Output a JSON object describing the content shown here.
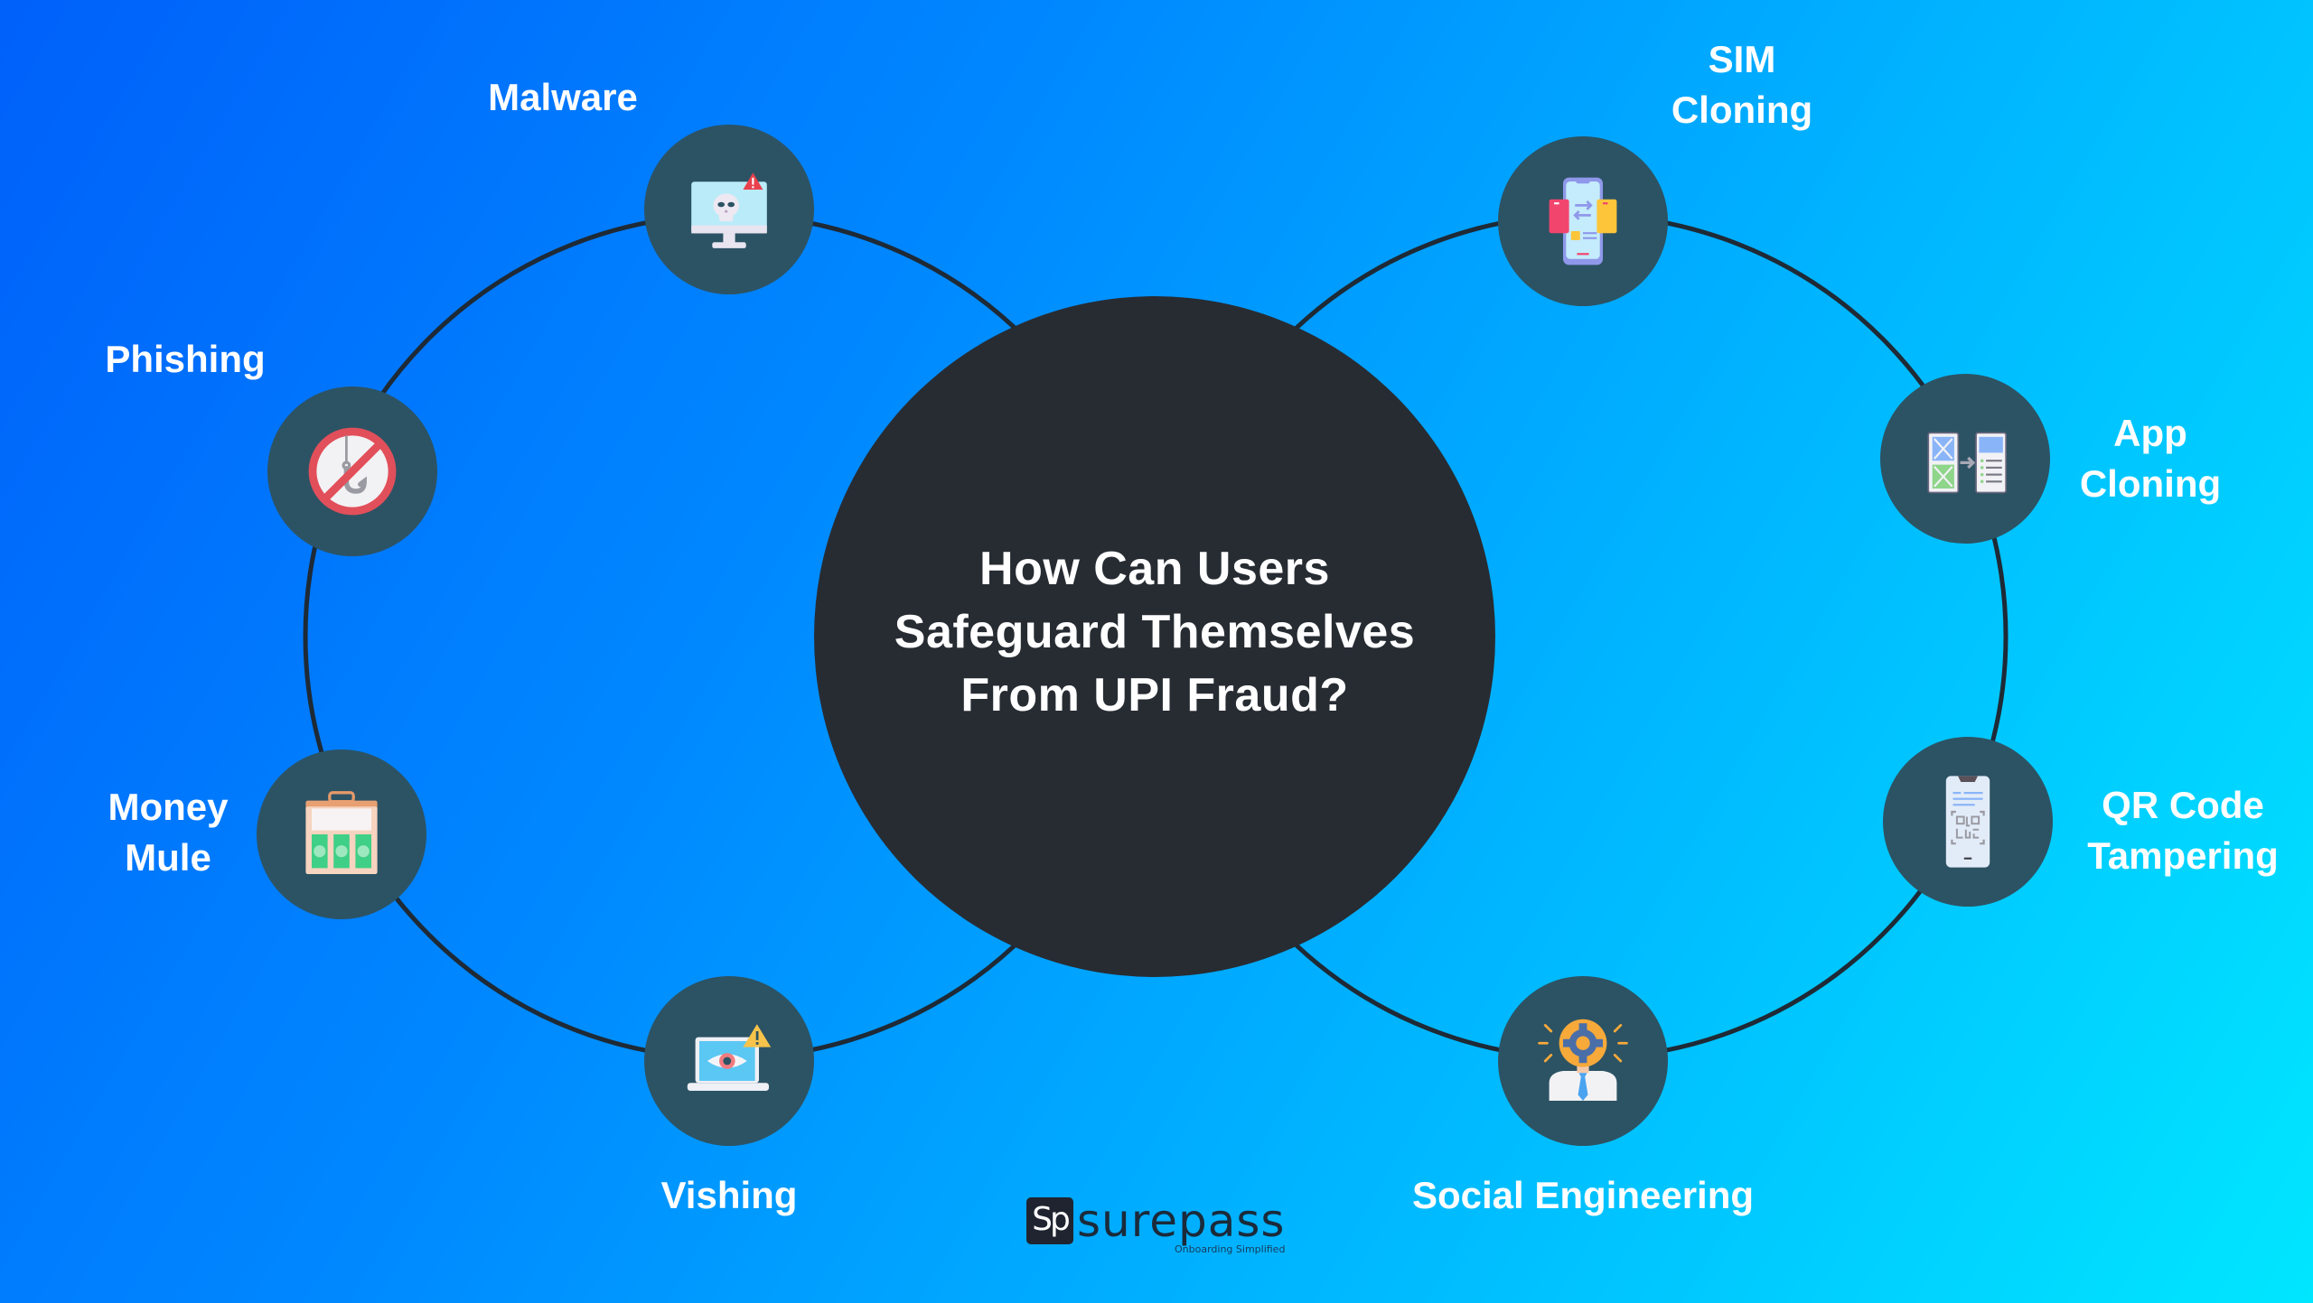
{
  "diagram": {
    "title": "How Can Users Safeguard Themselves From UPI Fraud?",
    "colors": {
      "background_start": "#0060fa",
      "background_end": "#00e6ff",
      "center_circle": "#272c33",
      "node_circle": "#2c5364",
      "ring_line": "#1e2a36",
      "label_text": "#ffffff"
    },
    "left_group": {
      "nodes": [
        {
          "id": "malware",
          "label": "Malware",
          "icon": "computer-skull-warning-icon"
        },
        {
          "id": "phishing",
          "label": "Phishing",
          "icon": "no-fishhook-icon"
        },
        {
          "id": "money-mule",
          "label_line1": "Money",
          "label_line2": "Mule",
          "icon": "briefcase-cash-icon"
        },
        {
          "id": "vishing",
          "label": "Vishing",
          "icon": "laptop-eye-warning-icon"
        }
      ]
    },
    "right_group": {
      "nodes": [
        {
          "id": "sim-cloning",
          "label_line1": "SIM",
          "label_line2": "Cloning",
          "icon": "phone-sim-swap-icon"
        },
        {
          "id": "app-cloning",
          "label_line1": "App",
          "label_line2": "Cloning",
          "icon": "app-copy-arrow-icon"
        },
        {
          "id": "qr-code-tampering",
          "label_line1": "QR Code",
          "label_line2": "Tampering",
          "icon": "phone-qr-code-icon"
        },
        {
          "id": "social-engineering",
          "label": "Social Engineering",
          "icon": "person-gear-head-icon"
        }
      ]
    }
  },
  "branding": {
    "logo_mark": "Sp",
    "logo_word": "surepass",
    "tagline": "Onboarding Simplified"
  }
}
